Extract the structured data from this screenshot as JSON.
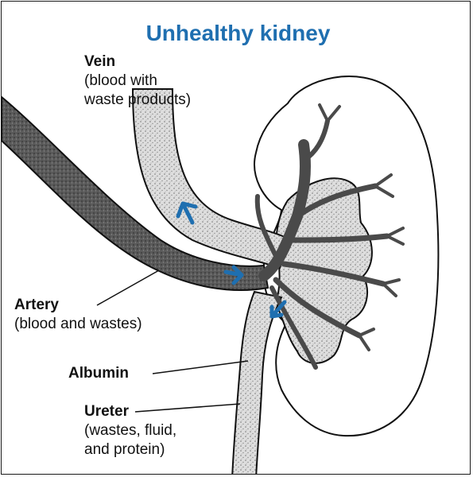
{
  "title": "Unhealthy kidney",
  "labels": {
    "vein": {
      "name": "Vein",
      "line1": "(blood with",
      "line2": "waste products)"
    },
    "artery": {
      "name": "Artery",
      "desc": "(blood and wastes)"
    },
    "albumin": {
      "name": "Albumin"
    },
    "ureter": {
      "name": "Ureter",
      "line1": "(wastes, fluid,",
      "line2": "and protein)"
    }
  },
  "colors": {
    "title": "#1f6fb0",
    "arrow": "#1f6fb0",
    "artery": "#4a4a4a",
    "vein_fill": "#d9d9d9",
    "outline": "#111111"
  },
  "icons": {
    "flow_arrows": "arrow-icon"
  }
}
